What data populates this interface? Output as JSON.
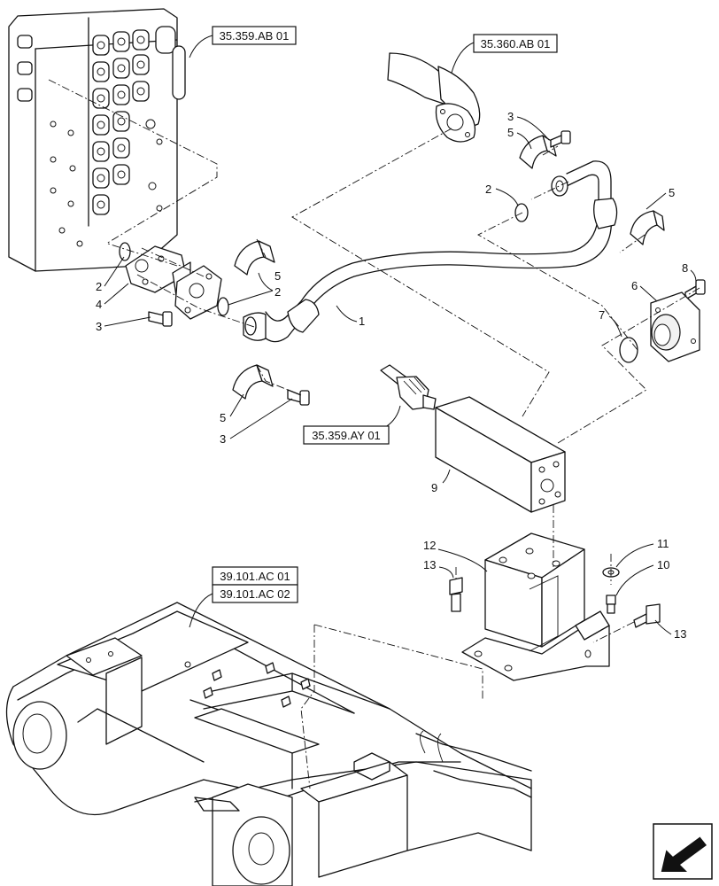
{
  "references": {
    "ref_35359AB01": "35.359.AB 01",
    "ref_35360AB01": "35.360.AB 01",
    "ref_35359AY01": "35.359.AY 01",
    "ref_39101AC01": "39.101.AC 01",
    "ref_39101AC02": "39.101.AC 02"
  },
  "callouts": {
    "c1": "1",
    "c2_left_top": "2",
    "c2_left_mid": "2",
    "c2_right": "2",
    "c3_left": "3",
    "c3_lower": "3",
    "c3_top": "3",
    "c4": "4",
    "c5_left": "5",
    "c5_lower": "5",
    "c5_top": "5",
    "c5_right": "5",
    "c6": "6",
    "c7": "7",
    "c8": "8",
    "c9": "9",
    "c10": "10",
    "c11": "11",
    "c12": "12",
    "c13_left": "13",
    "c13_right": "13"
  },
  "nav": {
    "icon": "arrow-icon"
  }
}
